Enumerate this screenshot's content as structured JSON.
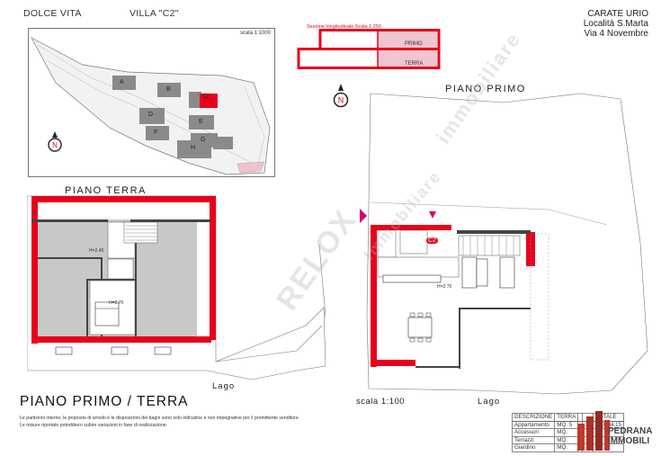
{
  "header": {
    "project": "DOLCE VITA",
    "villa": "VILLA \"C2\"",
    "location_lines": [
      "CARATE URIO",
      "Località S.Marta",
      "Via 4 Novembre"
    ]
  },
  "site_plan": {
    "scale": "scala 1:1000",
    "lots": [
      "A",
      "B",
      "C2",
      "D",
      "E",
      "F",
      "G",
      "H"
    ]
  },
  "section": {
    "caption": "Sezione longitudinale Scala 1:250",
    "levels": [
      "PRIMO",
      "TERRA"
    ]
  },
  "plans": {
    "ground_title": "PIANO TERRA",
    "first_title": "PIANO PRIMO",
    "ground_height": "H=2.70",
    "ground_small_height": "H=2.40",
    "first_height": "H=2.70",
    "first_unit_tag": "C2",
    "lake_ground": "Lago",
    "lake_first": "Lago",
    "scale": "scala 1:100"
  },
  "footer": {
    "title": "PIANO PRIMO / TERRA",
    "disclaimer_1": "Le partizioni interne, le proposte di arredo e le disposizioni dei bagni sono solo indicative e non impegnative per il promittente venditore.",
    "disclaimer_2": "Le misure riportate potrebbero subire variazioni in fase di realizzazione."
  },
  "area_table": {
    "columns": [
      "DESCRIZIONE",
      "TERRA",
      "",
      "",
      "TOTALE"
    ],
    "rows": [
      [
        "Appartamento",
        "MQ. 5",
        "",
        "39",
        "MQ. 84,15"
      ],
      [
        "Accessori",
        "MQ.",
        "",
        "",
        ""
      ],
      [
        "Terrazzi",
        "MQ.",
        "",
        "",
        ""
      ],
      [
        "Giardino",
        "MQ.",
        "",
        "",
        ""
      ]
    ]
  },
  "brand": {
    "line1": "PEDRANA",
    "line2": "IMMOBILI",
    "color": "#c0392b"
  },
  "watermarks": [
    "RELOX",
    "immobiliare",
    "Immobiliare"
  ],
  "colors": {
    "wall": "#e8001c",
    "room": "#c8c8c8",
    "lot": "#8a8a8a",
    "section_fill": "#f0c4d0"
  }
}
